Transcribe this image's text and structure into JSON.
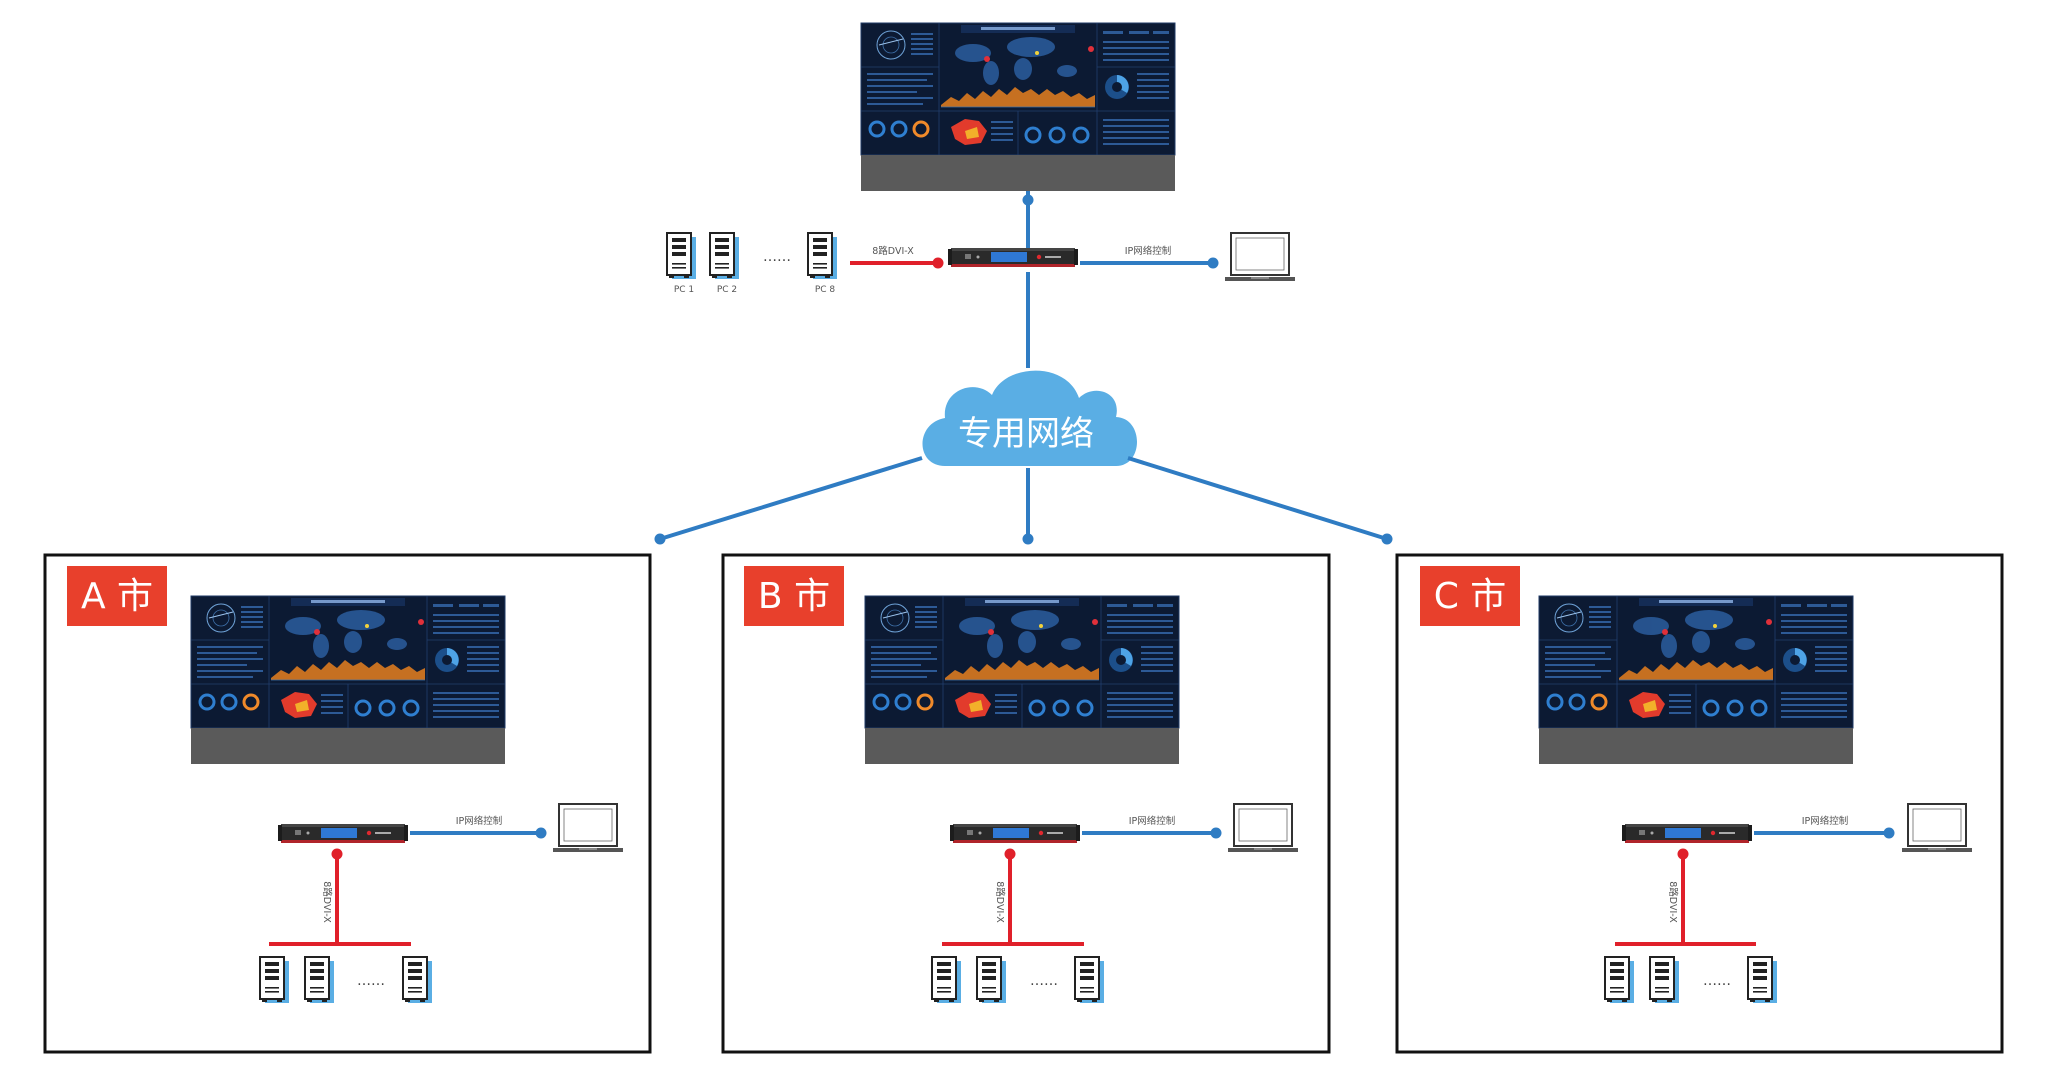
{
  "cloud": {
    "label": "专用网络"
  },
  "center": {
    "pc_labels": [
      "PC 1",
      "PC 2",
      "PC 8"
    ],
    "ellipsis": "……",
    "dvi_label": "8路DVI-X",
    "ip_label": "IP网络控制"
  },
  "sites": [
    {
      "name": "A 市",
      "dvi_label": "8路DVI-X",
      "ip_label": "IP网络控制",
      "ellipsis": "……"
    },
    {
      "name": "B 市",
      "dvi_label": "8路DVI-X",
      "ip_label": "IP网络控制",
      "ellipsis": "……"
    },
    {
      "name": "C 市",
      "dvi_label": "8路DVI-X",
      "ip_label": "IP网络控制",
      "ellipsis": "……"
    }
  ],
  "dashboard": {
    "title": "科技时间安全态势感知"
  },
  "colors": {
    "network_line": "#2f7cc3",
    "signal_line": "#e0202a",
    "cloud": "#5aaee4",
    "site_badge": "#e8402c",
    "pc_body": "#5aaee4",
    "wall_bezel": "#5a5a5a"
  }
}
